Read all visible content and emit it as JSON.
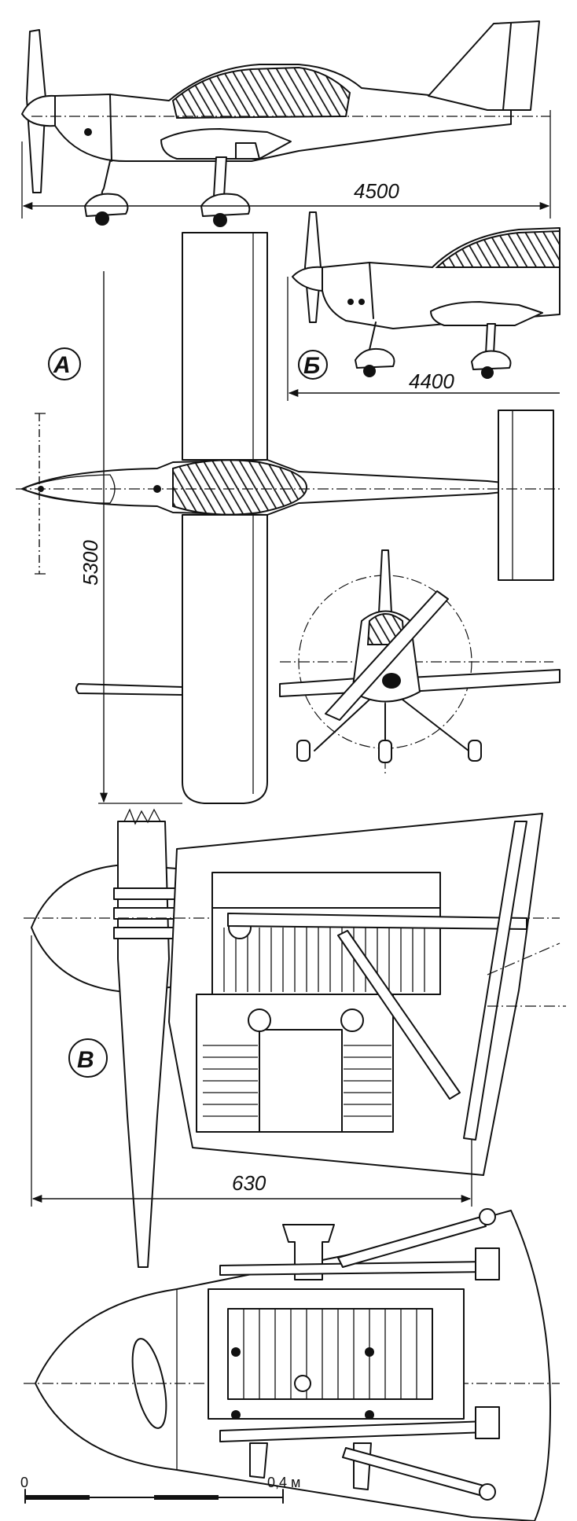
{
  "views": {
    "a": {
      "letter": "А",
      "span": "5300"
    },
    "b": {
      "letter": "Б",
      "length": "4400"
    },
    "v": {
      "letter": "В",
      "width": "630"
    }
  },
  "side_view": {
    "length": "4500"
  },
  "scale_bar": {
    "start": "0",
    "end": "0,4 м"
  }
}
